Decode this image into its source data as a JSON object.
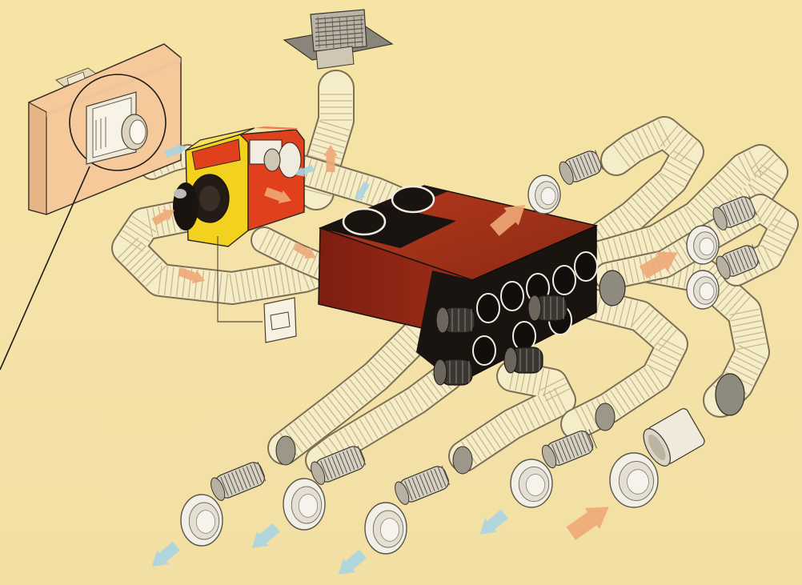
{
  "colors": {
    "background": "#f4e3a6",
    "duct": "#f5ecc8",
    "duct_ridge": "#c9b98a",
    "distribution_box_top": "#a9341c",
    "distribution_box_front": "#8e2314",
    "distribution_box_side": "#1a1411",
    "fan_unit_face": "#f2d21e",
    "fan_unit_red": "#e0401c",
    "wall_panel": "#f6c99b",
    "supply_arrow": "#f0a877",
    "extract_arrow": "#a9d4e2",
    "outline": "#2a2521"
  },
  "components": {
    "wall_control": "wall-mounted-control",
    "roof_terminal": "roof-terminal",
    "fan_unit": "extract-fan-unit",
    "distribution_box": "distribution-plenum",
    "switch": "wall-switch",
    "flexible_ducts": "flexible-ducts",
    "vent_grilles": "vent-grilles",
    "airflow_arrows": "airflow-arrows"
  }
}
